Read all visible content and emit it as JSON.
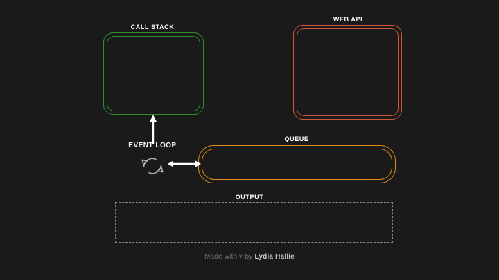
{
  "background_color": "#1a1a1a",
  "panels": {
    "call_stack": {
      "label": "CALL STACK",
      "color": "#2f8f2f",
      "content": ""
    },
    "web_api": {
      "label": "WEB API",
      "color": "#d2543c",
      "content": ""
    },
    "queue": {
      "label": "QUEUE",
      "color": "#e08b1a",
      "content": ""
    },
    "output": {
      "label": "OUTPUT",
      "color": "#8a8a8a",
      "content": ""
    }
  },
  "event_loop": {
    "label": "EVENT LOOP",
    "icon": "circular-arrows-icon",
    "icon_color": "#b5b5b5"
  },
  "arrows": {
    "stack_up": {
      "icon": "arrow-up-icon",
      "color": "#ffffff"
    },
    "loop_queue": {
      "icon": "arrow-left-right-icon",
      "color": "#ffffff"
    }
  },
  "footer": {
    "prefix": "Made with",
    "heart": "♥",
    "connector": "by",
    "author": "Lydia Hallie",
    "text_color": "#6e6e6e",
    "heart_color": "#7b3b3b",
    "author_color": "#c9c9c9"
  }
}
